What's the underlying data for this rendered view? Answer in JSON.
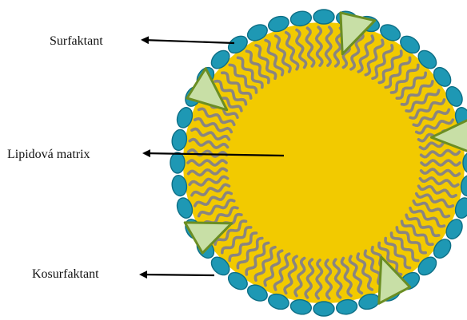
{
  "labels": {
    "surfactant": "Surfaktant",
    "lipid_matrix": "Lipidová matrix",
    "cosurfactant": "Kosurfaktant"
  },
  "colors": {
    "core": "#f2ca00",
    "tails": "#8a8580",
    "head_fill": "#1e98b4",
    "head_stroke": "#0d6f86",
    "cosurfactant_fill": "#c8dfa6",
    "cosurfactant_stroke": "#6b8e23",
    "arrow": "#000000"
  }
}
